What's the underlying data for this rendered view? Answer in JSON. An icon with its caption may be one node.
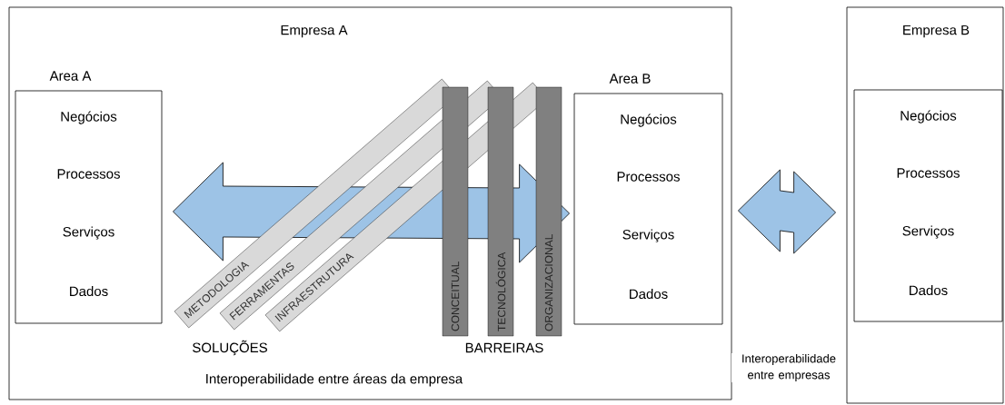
{
  "diagram": {
    "nodes": [
      {
        "text": [
          "Empresa A",
          "Interoperabilidade entre áreas da empresa"
        ]
      },
      {
        "text": [
          "Area A",
          "Negócios",
          "Processos",
          "Serviços",
          "Dados"
        ],
        "in": 0
      },
      {
        "text": [
          "METODOLOGIA"
        ],
        "in": 0
      },
      {
        "text": [
          "FERRAMENTAS"
        ],
        "in": 0
      },
      {
        "text": [
          "INFRAESTRUTURA"
        ],
        "in": 0
      },
      {
        "text": [
          "CONCEITUAL"
        ],
        "in": 0
      },
      {
        "text": [
          "TECNOLÓGICA"
        ],
        "in": 0
      },
      {
        "text": [
          "ORGANIZACIONAL"
        ],
        "in": 0
      },
      {
        "text": [
          "Area B",
          "Negócios",
          "Processos",
          "Serviços",
          "Dados"
        ],
        "in": 0
      },
      {
        "text": [
          "Empresa B"
        ]
      },
      {
        "text": [
          "Negócios",
          "Processos",
          "Serviços",
          "Dados"
        ],
        "in": 9
      }
    ],
    "edges": [
      {
        "from": 1,
        "to": 8,
        "arrow": "both"
      },
      {
        "from": 0,
        "to": 9,
        "arrow": "both"
      }
    ],
    "labels": [
      "SOLUÇÕES",
      "BARREIRAS",
      "Interoperabilidade entre empresas"
    ]
  }
}
